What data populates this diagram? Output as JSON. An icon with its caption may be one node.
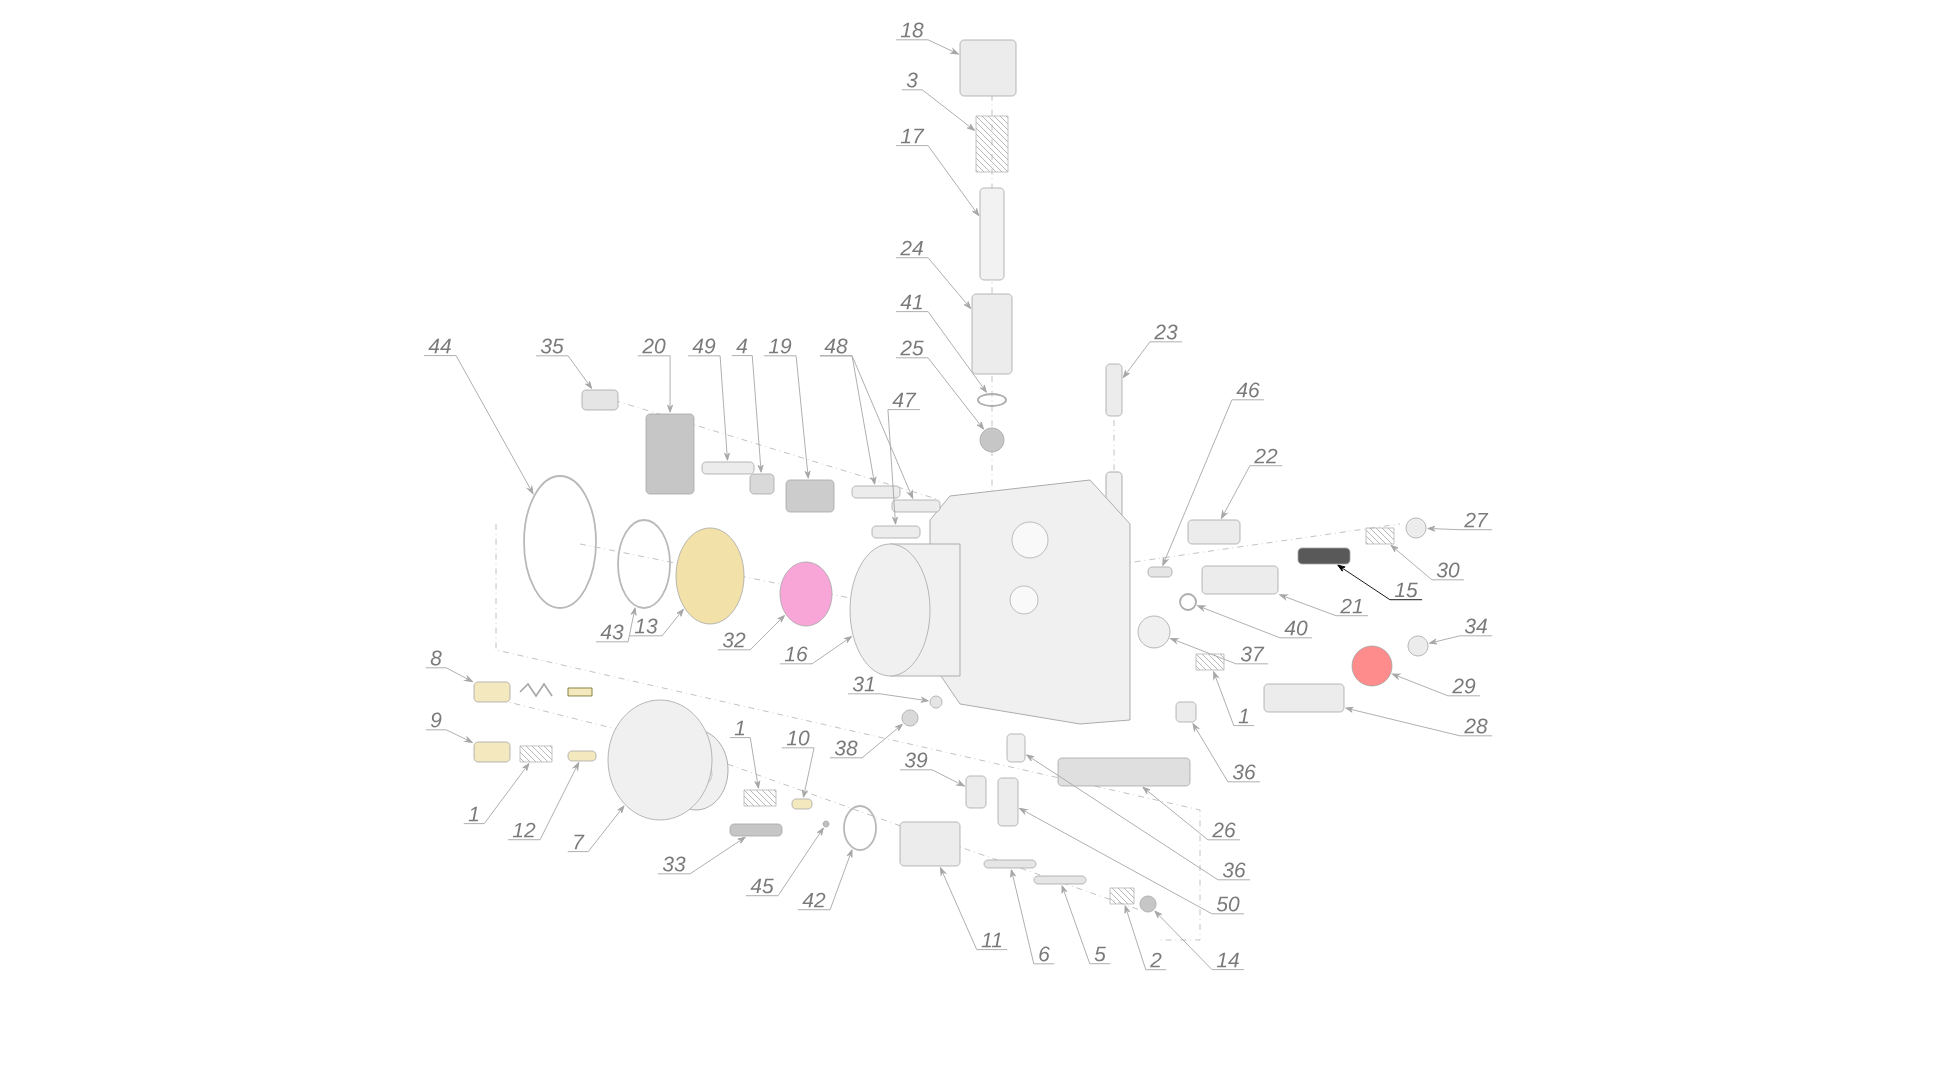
{
  "diagram": {
    "nodes": [
      {
        "text": [
          "18"
        ]
      },
      {
        "text": [
          "3"
        ]
      },
      {
        "text": [
          "17"
        ]
      },
      {
        "text": [
          "24"
        ]
      },
      {
        "text": [
          "41"
        ]
      },
      {
        "text": [
          "25"
        ]
      },
      {
        "text": [
          "47"
        ]
      },
      {
        "text": [
          "23"
        ]
      },
      {
        "text": [
          "46"
        ]
      },
      {
        "text": [
          "22"
        ]
      },
      {
        "text": [
          "27"
        ]
      },
      {
        "text": [
          "30"
        ]
      },
      {
        "text": [
          "15"
        ]
      },
      {
        "text": [
          "21"
        ]
      },
      {
        "text": [
          "40"
        ]
      },
      {
        "text": [
          "37"
        ]
      },
      {
        "text": [
          "34"
        ]
      },
      {
        "text": [
          "29"
        ]
      },
      {
        "text": [
          "1"
        ]
      },
      {
        "text": [
          "28"
        ]
      },
      {
        "text": [
          "36"
        ]
      },
      {
        "text": [
          "26"
        ]
      },
      {
        "text": [
          "36"
        ]
      },
      {
        "text": [
          "50"
        ]
      },
      {
        "text": [
          "14"
        ]
      },
      {
        "text": [
          "2"
        ]
      },
      {
        "text": [
          "5"
        ]
      },
      {
        "text": [
          "6"
        ]
      },
      {
        "text": [
          "11"
        ]
      },
      {
        "text": [
          "44"
        ]
      },
      {
        "text": [
          "35"
        ]
      },
      {
        "text": [
          "20"
        ]
      },
      {
        "text": [
          "49"
        ]
      },
      {
        "text": [
          "4"
        ]
      },
      {
        "text": [
          "19"
        ]
      },
      {
        "text": [
          "48"
        ]
      },
      {
        "text": [
          "43"
        ]
      },
      {
        "text": [
          "13"
        ]
      },
      {
        "text": [
          "32"
        ]
      },
      {
        "text": [
          "16"
        ]
      },
      {
        "text": [
          "31"
        ]
      },
      {
        "text": [
          "38"
        ]
      },
      {
        "text": [
          "8"
        ]
      },
      {
        "text": [
          "9"
        ]
      },
      {
        "text": [
          "1"
        ]
      },
      {
        "text": [
          "12"
        ]
      },
      {
        "text": [
          "7"
        ]
      },
      {
        "text": [
          "1"
        ]
      },
      {
        "text": [
          "10"
        ]
      },
      {
        "text": [
          "33"
        ]
      },
      {
        "text": [
          "45"
        ]
      },
      {
        "text": [
          "42"
        ]
      },
      {
        "text": [
          "39"
        ]
      },
      {
        "text": [],
        "shape": "box"
      },
      {
        "text": [],
        "shape": "spring"
      },
      {
        "text": [],
        "shape": "box"
      },
      {
        "text": [],
        "shape": "box"
      },
      {
        "text": [],
        "shape": "ring"
      },
      {
        "text": [],
        "shape": "circle"
      },
      {
        "text": [],
        "shape": "box"
      },
      {
        "text": [],
        "shape": "box"
      },
      {
        "text": [],
        "shape": "box"
      },
      {
        "text": [],
        "shape": "box"
      },
      {
        "text": [],
        "shape": "circle"
      },
      {
        "text": [],
        "shape": "spring"
      },
      {
        "text": [],
        "shape": "box"
      },
      {
        "text": [],
        "shape": "box"
      },
      {
        "text": [],
        "shape": "ring"
      },
      {
        "text": [],
        "shape": "circle"
      },
      {
        "text": [],
        "shape": "circle"
      },
      {
        "text": [],
        "shape": "circle"
      },
      {
        "text": [],
        "shape": "spring"
      },
      {
        "text": [],
        "shape": "box"
      },
      {
        "text": [],
        "shape": "box"
      },
      {
        "text": [],
        "shape": "box"
      },
      {
        "text": [],
        "shape": "box"
      },
      {
        "text": [],
        "shape": "box"
      },
      {
        "text": [],
        "shape": "circle"
      },
      {
        "text": [],
        "shape": "spring"
      },
      {
        "text": [],
        "shape": "box"
      },
      {
        "text": [],
        "shape": "box"
      },
      {
        "text": [],
        "shape": "box"
      },
      {
        "text": [],
        "shape": "ring"
      },
      {
        "text": [],
        "shape": "box"
      },
      {
        "text": [],
        "shape": "box"
      },
      {
        "text": [],
        "shape": "box"
      },
      {
        "text": [],
        "shape": "box"
      },
      {
        "text": [],
        "shape": "box"
      },
      {
        "text": [],
        "shape": "box"
      },
      {
        "text": [],
        "shape": "box"
      },
      {
        "text": [],
        "shape": "ring"
      },
      {
        "text": [],
        "shape": "disc"
      },
      {
        "text": [],
        "shape": "disc"
      },
      {
        "text": [],
        "shape": "disc"
      },
      {
        "text": [],
        "shape": "circle"
      },
      {
        "text": [],
        "shape": "circle"
      },
      {
        "text": [],
        "shape": "box"
      },
      {
        "text": [],
        "shape": "box"
      },
      {
        "text": [],
        "shape": "spring"
      },
      {
        "text": [],
        "shape": "box"
      },
      {
        "text": [],
        "shape": "disc"
      },
      {
        "text": [],
        "shape": "spring"
      },
      {
        "text": [],
        "shape": "box"
      },
      {
        "text": [],
        "shape": "box"
      },
      {
        "text": [],
        "shape": "circle"
      },
      {
        "text": [],
        "shape": "ring"
      },
      {
        "text": [],
        "shape": "box"
      }
    ],
    "edges": [
      {
        "from": 0,
        "to": 53,
        "arrow": "to"
      },
      {
        "from": 1,
        "to": 54,
        "arrow": "to"
      },
      {
        "from": 2,
        "to": 55,
        "arrow": "to"
      },
      {
        "from": 3,
        "to": 56,
        "arrow": "to"
      },
      {
        "from": 4,
        "to": 57,
        "arrow": "to"
      },
      {
        "from": 5,
        "to": 58,
        "arrow": "to"
      },
      {
        "from": 6,
        "to": 59,
        "arrow": "to"
      },
      {
        "from": 7,
        "to": 60,
        "arrow": "to"
      },
      {
        "from": 8,
        "to": 61,
        "arrow": "to"
      },
      {
        "from": 9,
        "to": 62,
        "arrow": "to"
      },
      {
        "from": 10,
        "to": 63,
        "arrow": "to"
      },
      {
        "from": 11,
        "to": 64,
        "arrow": "to"
      },
      {
        "from": 12,
        "to": 65,
        "arrow": "to",
        "color": "#000000"
      },
      {
        "from": 13,
        "to": 66,
        "arrow": "to"
      },
      {
        "from": 14,
        "to": 67,
        "arrow": "to"
      },
      {
        "from": 15,
        "to": 68,
        "arrow": "to"
      },
      {
        "from": 16,
        "to": 69,
        "arrow": "to"
      },
      {
        "from": 17,
        "to": 70,
        "arrow": "to"
      },
      {
        "from": 18,
        "to": 71,
        "arrow": "to"
      },
      {
        "from": 19,
        "to": 72,
        "arrow": "to"
      },
      {
        "from": 20,
        "to": 73,
        "arrow": "to"
      },
      {
        "from": 21,
        "to": 74,
        "arrow": "to"
      },
      {
        "from": 22,
        "to": 75,
        "arrow": "to"
      },
      {
        "from": 23,
        "to": 76,
        "arrow": "to"
      },
      {
        "from": 24,
        "to": 77,
        "arrow": "to"
      },
      {
        "from": 25,
        "to": 78,
        "arrow": "to"
      },
      {
        "from": 26,
        "to": 79,
        "arrow": "to"
      },
      {
        "from": 27,
        "to": 80,
        "arrow": "to"
      },
      {
        "from": 28,
        "to": 81,
        "arrow": "to"
      },
      {
        "from": 29,
        "to": 82,
        "arrow": "to"
      },
      {
        "from": 30,
        "to": 83,
        "arrow": "to"
      },
      {
        "from": 31,
        "to": 84,
        "arrow": "to"
      },
      {
        "from": 32,
        "to": 85,
        "arrow": "to"
      },
      {
        "from": 33,
        "to": 86,
        "arrow": "to"
      },
      {
        "from": 34,
        "to": 87,
        "arrow": "to"
      },
      {
        "from": 35,
        "to": 88,
        "arrow": "to"
      },
      {
        "from": 35,
        "to": 89,
        "arrow": "to"
      },
      {
        "from": 36,
        "to": 90,
        "arrow": "to"
      },
      {
        "from": 37,
        "to": 91,
        "arrow": "to"
      },
      {
        "from": 38,
        "to": 92,
        "arrow": "to"
      },
      {
        "from": 39,
        "to": 93,
        "arrow": "to"
      },
      {
        "from": 40,
        "to": 94,
        "arrow": "to"
      },
      {
        "from": 41,
        "to": 95,
        "arrow": "to"
      },
      {
        "from": 42,
        "to": 96,
        "arrow": "to"
      },
      {
        "from": 43,
        "to": 97,
        "arrow": "to"
      },
      {
        "from": 44,
        "to": 98,
        "arrow": "to"
      },
      {
        "from": 45,
        "to": 99,
        "arrow": "to"
      },
      {
        "from": 46,
        "to": 100,
        "arrow": "to"
      },
      {
        "from": 47,
        "to": 101,
        "arrow": "to"
      },
      {
        "from": 48,
        "to": 102,
        "arrow": "to"
      },
      {
        "from": 49,
        "to": 103,
        "arrow": "to"
      },
      {
        "from": 50,
        "to": 104,
        "arrow": "to"
      },
      {
        "from": 51,
        "to": 105,
        "arrow": "to"
      },
      {
        "from": 52,
        "to": 106,
        "arrow": "to"
      }
    ]
  }
}
